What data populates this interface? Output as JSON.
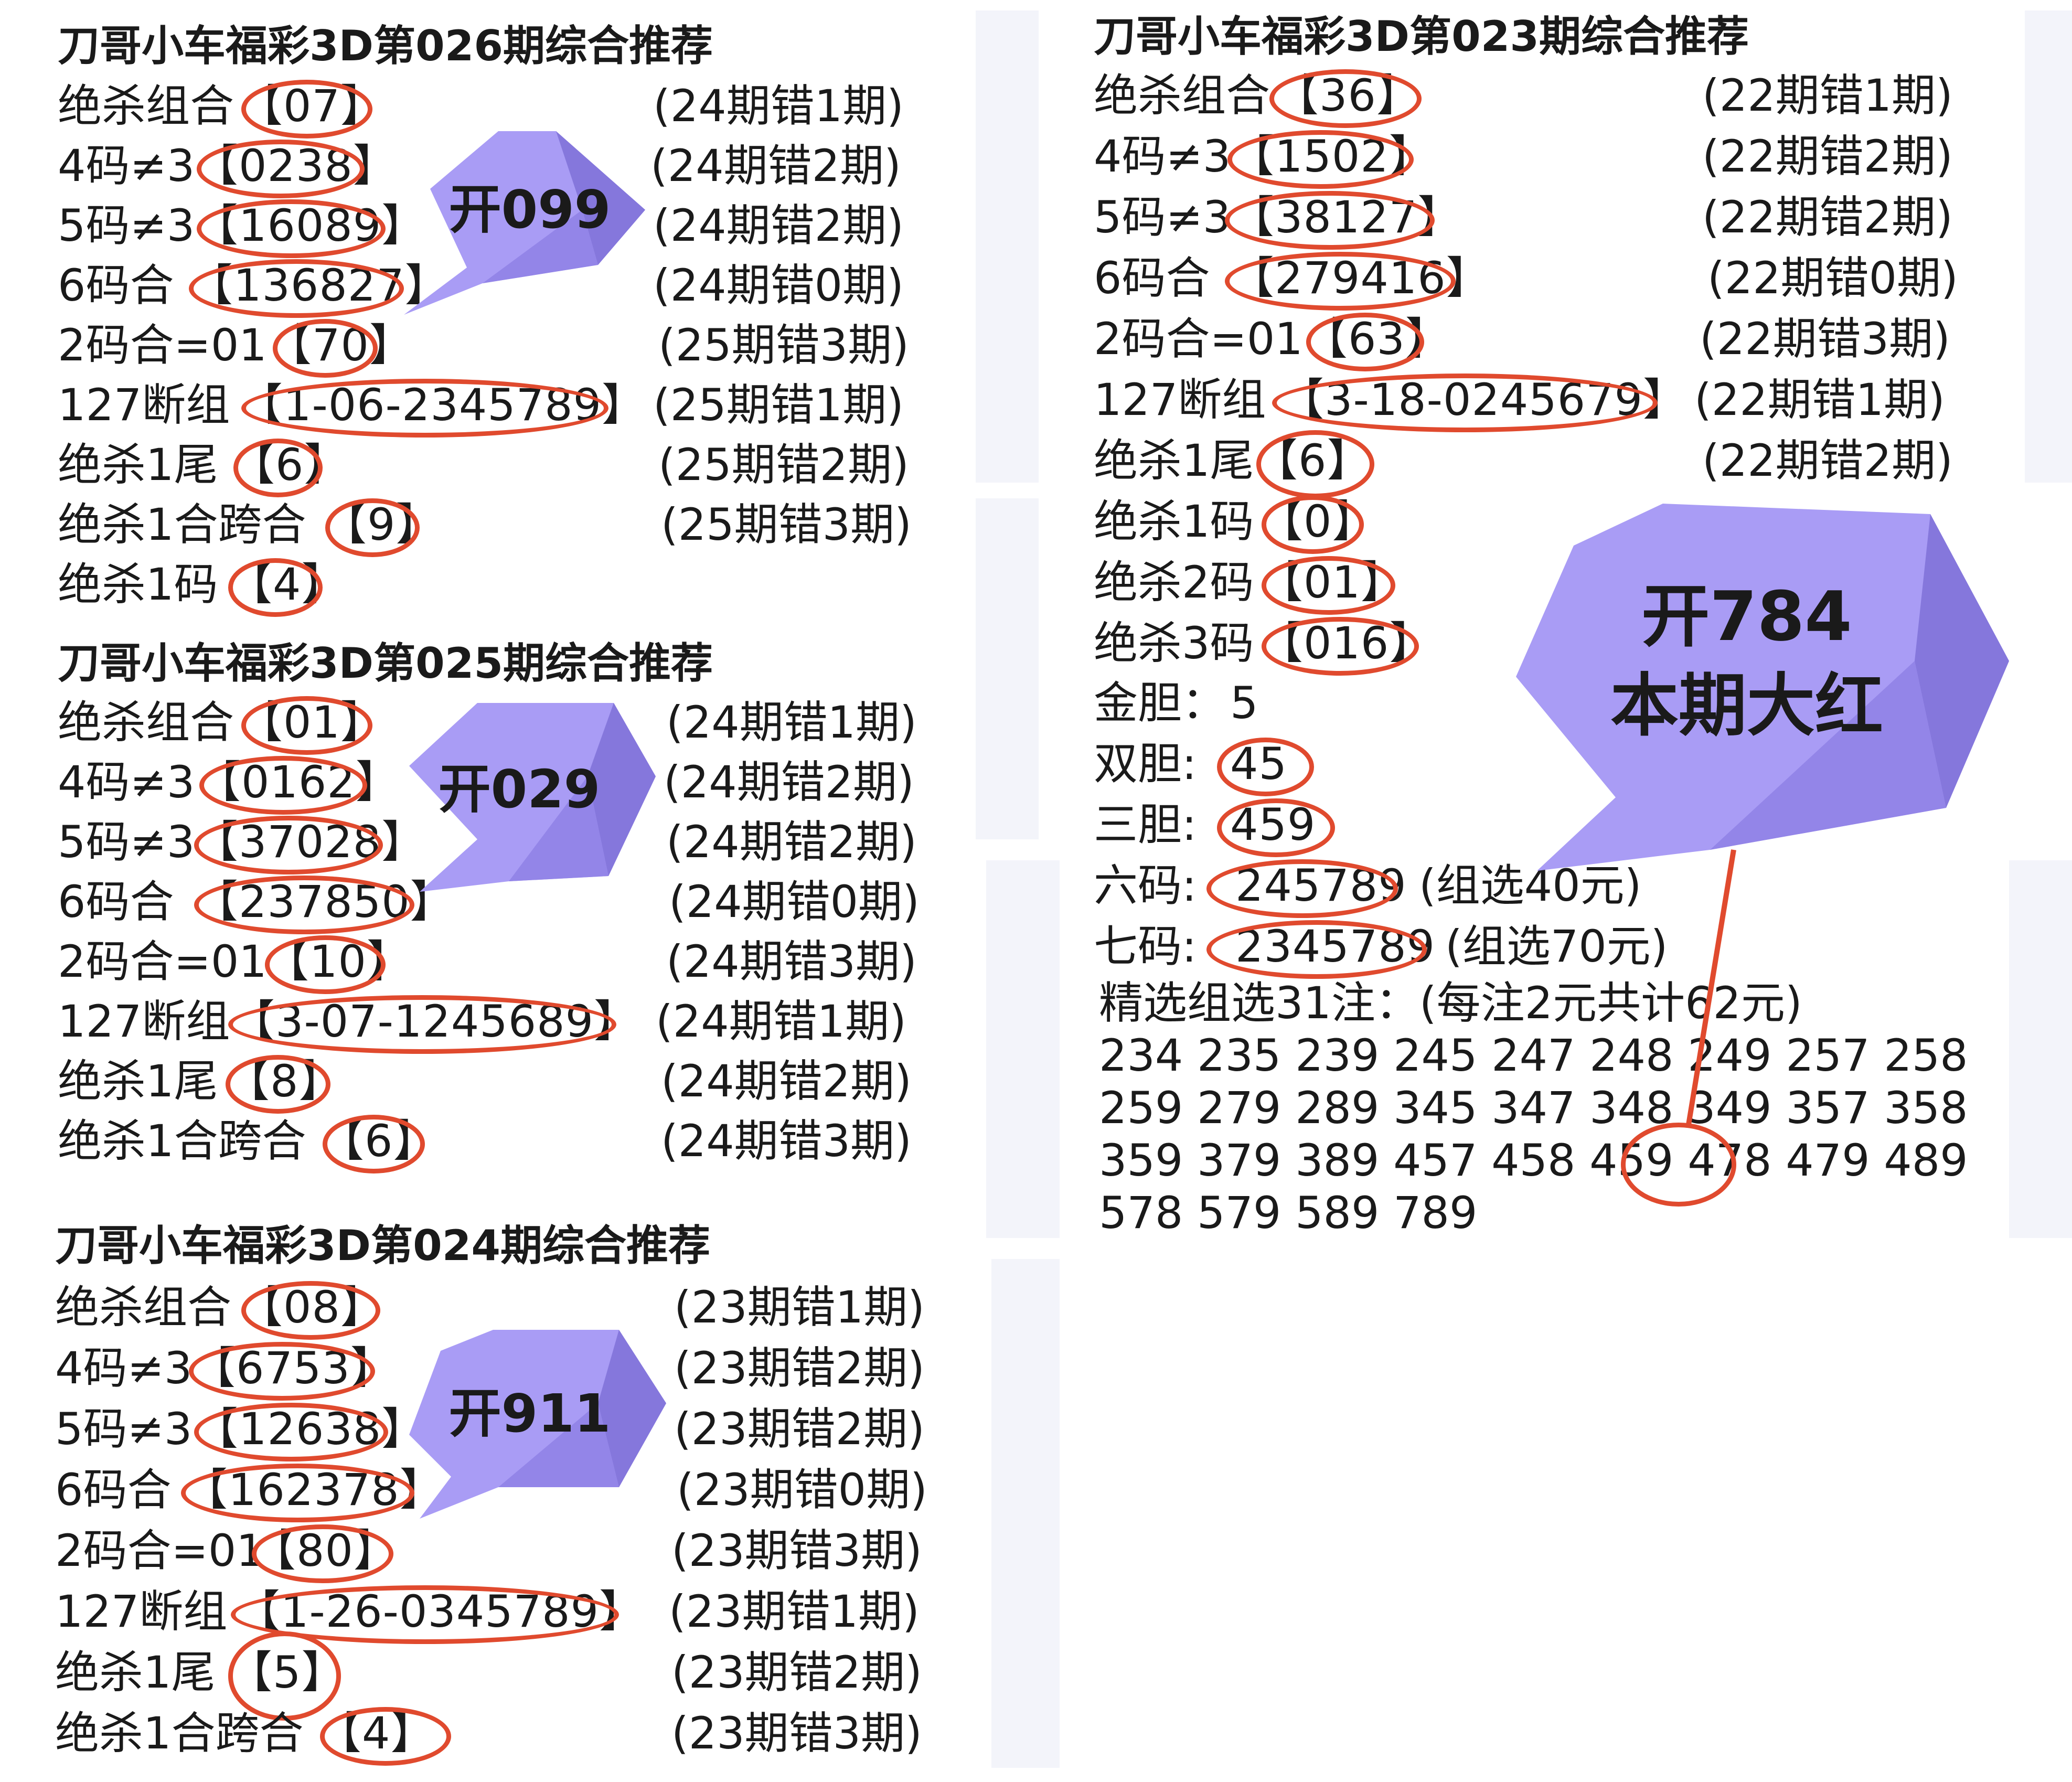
{
  "panels": {
    "p026": {
      "title": "刀哥小车福彩3D第026期综合推荐",
      "rows": [
        {
          "label": "绝杀组合",
          "value": "【07】",
          "record": "(24期错1期)"
        },
        {
          "label": "4码≠3",
          "value": "【0238】",
          "record": "(24期错2期)"
        },
        {
          "label": "5码≠3",
          "value": "【16089】",
          "record": "(24期错2期)"
        },
        {
          "label": "6码合",
          "value": "【136827】",
          "record": "(24期错0期)"
        },
        {
          "label": "2码合=01",
          "value": "【70】",
          "record": "(25期错3期)"
        },
        {
          "label": "127断组",
          "value": "【1-06-2345789】",
          "record": "(25期错1期)"
        },
        {
          "label": "绝杀1尾",
          "value": "【6】",
          "record": "(25期错2期)"
        },
        {
          "label": "绝杀1合跨合",
          "value": "【9】",
          "record": "(25期错3期)"
        },
        {
          "label": "绝杀1码",
          "value": "【4】",
          "record": ""
        }
      ],
      "result": "开099"
    },
    "p025": {
      "title": "刀哥小车福彩3D第025期综合推荐",
      "rows": [
        {
          "label": "绝杀组合",
          "value": "【01】",
          "record": "(24期错1期)"
        },
        {
          "label": "4码≠3",
          "value": "【0162】",
          "record": "(24期错2期)"
        },
        {
          "label": "5码≠3",
          "value": "【37028】",
          "record": "(24期错2期)"
        },
        {
          "label": "6码合",
          "value": "【237850】",
          "record": "(24期错0期)"
        },
        {
          "label": "2码合=01",
          "value": "【10】",
          "record": "(24期错3期)"
        },
        {
          "label": "127断组",
          "value": "【3-07-1245689】",
          "record": "(24期错1期)"
        },
        {
          "label": "绝杀1尾",
          "value": "【8】",
          "record": "(24期错2期)"
        },
        {
          "label": "绝杀1合跨合",
          "value": "【6】",
          "record": "(24期错3期)"
        }
      ],
      "result": "开029"
    },
    "p024": {
      "title": "刀哥小车福彩3D第024期综合推荐",
      "rows": [
        {
          "label": "绝杀组合",
          "value": "【08】",
          "record": "(23期错1期)"
        },
        {
          "label": "4码≠3",
          "value": "【6753】",
          "record": "(23期错2期)"
        },
        {
          "label": "5码≠3",
          "value": "【12638】",
          "record": "(23期错2期)"
        },
        {
          "label": "6码合",
          "value": "【162378】",
          "record": "(23期错0期)"
        },
        {
          "label": "2码合=01",
          "value": "【80】",
          "record": "(23期错3期)"
        },
        {
          "label": "127断组",
          "value": "【1-26-0345789】",
          "record": "(23期错1期)"
        },
        {
          "label": "绝杀1尾",
          "value": "【5】",
          "record": "(23期错2期)"
        },
        {
          "label": "绝杀1合跨合",
          "value": "【4】",
          "record": "(23期错3期)"
        }
      ],
      "result": "开911"
    },
    "p023": {
      "title": "刀哥小车福彩3D第023期综合推荐",
      "rows": [
        {
          "label": "绝杀组合",
          "value": "【36】",
          "record": "(22期错1期)"
        },
        {
          "label": "4码≠3",
          "value": "【1502】",
          "record": "(22期错2期)"
        },
        {
          "label": "5码≠3",
          "value": "【38127】",
          "record": "(22期错2期)"
        },
        {
          "label": "6码合",
          "value": "【279416】",
          "record": "(22期错0期)"
        },
        {
          "label": "2码合=01",
          "value": "【63】",
          "record": "(22期错3期)"
        },
        {
          "label": "127断组",
          "value": "【3-18-0245679】",
          "record": "(22期错1期)"
        },
        {
          "label": "绝杀1尾",
          "value": "【6】",
          "record": "(22期错2期)"
        },
        {
          "label": "绝杀1码",
          "value": "【0】",
          "record": ""
        },
        {
          "label": "绝杀2码",
          "value": "【01】",
          "record": ""
        },
        {
          "label": "绝杀3码",
          "value": "【016】",
          "record": ""
        }
      ],
      "extras": [
        {
          "label": "金胆：",
          "value": "5",
          "note": ""
        },
        {
          "label": "双胆:",
          "value": "45",
          "note": ""
        },
        {
          "label": "三胆:",
          "value": "459",
          "note": ""
        },
        {
          "label": "六码:",
          "value": "245789",
          "note": "(组选40元)"
        },
        {
          "label": "七码:",
          "value": "2345789",
          "note": "(组选70元)"
        }
      ],
      "picks_header": "精选组选31注：(每注2元共计62元)",
      "picks_lines": [
        "234 235 239 245 247 248 249 257 258",
        "259 279 289 345 347 348 349 357 358",
        "359 379 389 457 458 459 478 479 489",
        "578 579 589 789"
      ],
      "result_line1": "开784",
      "result_line2": "本期大红"
    }
  },
  "colors": {
    "ring": "#e04a2e",
    "bubble_light": "#a99cf5",
    "bubble_dark": "#8577dc",
    "text": "#1a1a1a"
  }
}
